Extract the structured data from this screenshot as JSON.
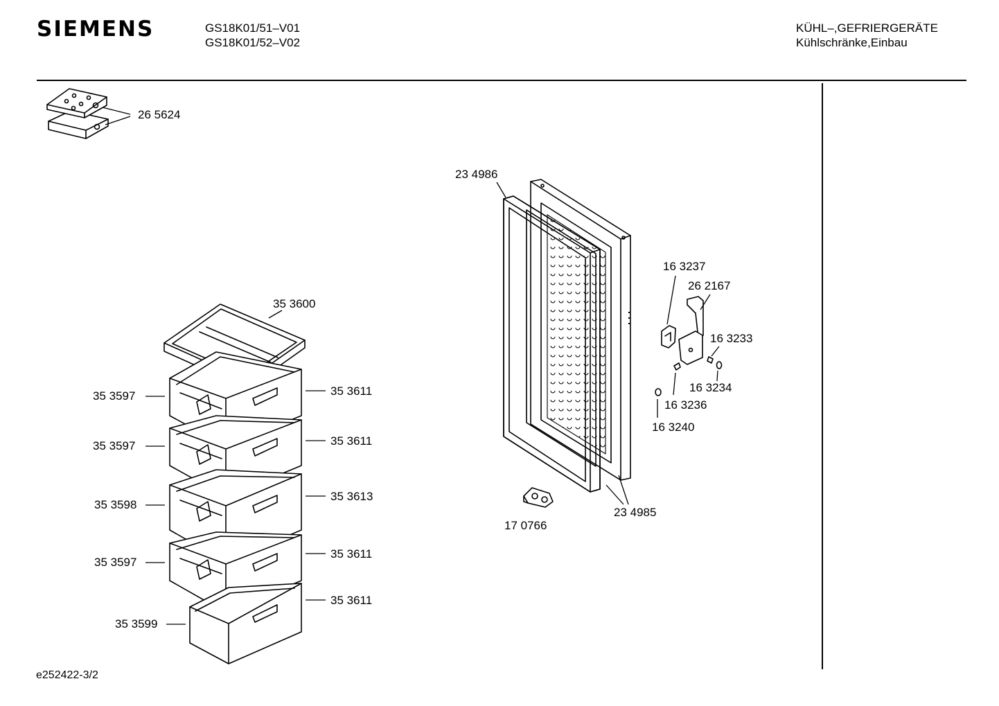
{
  "header": {
    "brand": "SIEMENS",
    "models": [
      "GS18K01/51–V01",
      "GS18K01/52–V02"
    ],
    "category": "KÜHL–,GEFRIERGERÄTE",
    "subcategory": "Kühlschränke,Einbau"
  },
  "footer": {
    "doc_id": "e252422-3/2"
  },
  "parts": {
    "cold_packs": "26 5624",
    "door_seal_top": "23 4986",
    "door_seal_bottom": "23 4985",
    "hinge_1": "16 3237",
    "hinge_bracket": "26 2167",
    "screw": "16 3233",
    "washer": "16 3234",
    "bushing": "16 3236",
    "cap": "16 3240",
    "door_hinge_clip": "17 0766",
    "tray_top": "35 3600",
    "drawer_1_left": "35 3597",
    "drawer_1_right": "35 3611",
    "drawer_2_left": "35 3597",
    "drawer_2_right": "35 3611",
    "drawer_3_left": "35 3598",
    "drawer_3_right": "35 3613",
    "drawer_4_left": "35 3597",
    "drawer_4_right": "35 3611",
    "drawer_5_left": "35 3599",
    "drawer_5_right": "35 3611"
  }
}
